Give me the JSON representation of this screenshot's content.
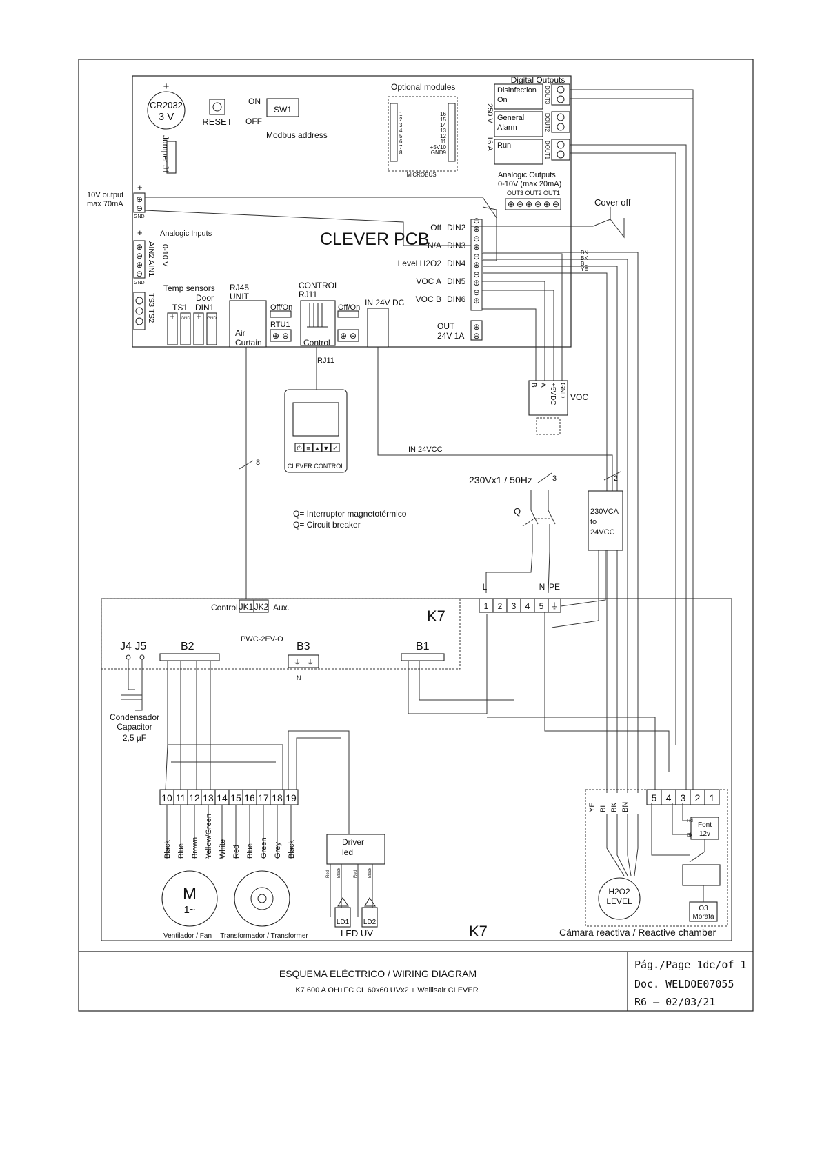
{
  "board": {
    "battery_label": "CR2032",
    "battery_voltage": "3 V",
    "plus": "+",
    "reset": "RESET",
    "on": "ON",
    "off": "OFF",
    "sw1": "SW1",
    "modbus": "Modbus address",
    "jumper": "Jumper J1",
    "title": "CLEVER PCB",
    "optional_modules": "Optional modules",
    "microbus": "MICROBUS",
    "mb_left": [
      "1",
      "2",
      "3",
      "4",
      "5",
      "6",
      "7",
      "8"
    ],
    "mb_right": [
      "16",
      "15",
      "14",
      "13",
      "12",
      "11",
      "+5V10",
      "GND9"
    ],
    "relay_voltage": "250 V",
    "relay_current": "16 A",
    "digital_outputs": "Digital Outputs",
    "dout": [
      {
        "label1": "Disinfection",
        "label2": "On",
        "code": "DOUT3"
      },
      {
        "label1": "General",
        "label2": "Alarm",
        "code": "DOUT2"
      },
      {
        "label1": "Run",
        "label2": "",
        "code": "DOUT1"
      }
    ],
    "analog_outputs": "Analogic Outputs",
    "analog_range": "0-10V  (max 20mA)",
    "analog_codes": "OUT3 OUT2 OUT1",
    "out10v_1": "10V output",
    "out10v_2": "max 70mA",
    "gnd": "GND",
    "analog_inputs": "Analogic Inputs",
    "ain_range": "0-10 V",
    "ain_codes": "AIN2 AIN1",
    "temp_sensors": "Temp sensors",
    "door": "Door",
    "ts1": "TS1",
    "din1": "DIN1",
    "ts_codes": "TS3 TS2",
    "rj45": "RJ45",
    "unit": "UNIT",
    "air_curtain_1": "Air",
    "air_curtain_2": "Curtain",
    "offon": "Off/On",
    "rtu1": "RTU1",
    "control_rj11_1": "CONTROL",
    "control_rj11_2": "RJ11",
    "control": "Control",
    "in24vdc": "IN 24V DC",
    "din_rows": [
      {
        "label": "Off",
        "code": "DIN2"
      },
      {
        "label": "N/A",
        "code": "DIN3"
      },
      {
        "label": "Level H2O2",
        "code": "DIN4"
      },
      {
        "label": "VOC A",
        "code": "DIN5"
      },
      {
        "label": "VOC B",
        "code": "DIN6"
      }
    ],
    "out24_1": "OUT",
    "out24_2": "24V 1A"
  },
  "wiring": {
    "cover_off": "Cover off",
    "bus_colors": [
      "BN",
      "BK",
      "BL",
      "YE"
    ],
    "voc_pins": [
      "B",
      "A",
      "+5VDC",
      "GND"
    ],
    "voc": "VOC",
    "rj11": "RJ11",
    "in24vcc": "IN 24VCC",
    "mains": "230Vx1 / 50Hz",
    "cable_3": "3",
    "cable_2": "2",
    "cable_8": "8",
    "psu": [
      "230VCA",
      "to",
      "24VCC"
    ],
    "q_label": "Q",
    "q_es": "Q= Interruptor magnetotérmico",
    "q_en": "Q= Circuit breaker",
    "controller_name": "CLEVER CONTROL",
    "controller_keys": [
      "⏻",
      "≡",
      "▲",
      "▼",
      "✓"
    ]
  },
  "k7": {
    "title": "K7",
    "control": "Control",
    "jk1": "JK1",
    "jk2": "JK2",
    "aux": "Aux.",
    "model": "PWC-2EV-O",
    "j4j5": "J4 J5",
    "b2": "B2",
    "b3": "B3",
    "n": "N",
    "b1": "B1",
    "terminal_heads": [
      "L",
      "N",
      "PE"
    ],
    "terminals": [
      "1",
      "2",
      "3",
      "4",
      "5"
    ],
    "cap_es": "Condensador",
    "cap_en": "Capacitor",
    "cap_value": "2,5 µF",
    "strip": [
      "10",
      "11",
      "12",
      "13",
      "14",
      "15",
      "16",
      "17",
      "18",
      "19"
    ],
    "strip_colors": [
      "Black",
      "Blue",
      "Brown",
      "Yellow/Green",
      "White",
      "Red",
      "Blue",
      "Green",
      "Grey",
      "Black"
    ],
    "motor": "M",
    "motor_sub": "1~",
    "fan_label": "Ventilador / Fan",
    "transformer_label": "Transformador / Transformer",
    "driver": [
      "Driver",
      "led"
    ],
    "led_wires": [
      "Red",
      "Black",
      "Red",
      "Black"
    ],
    "ld1": "LD1",
    "ld2": "LD2",
    "led_uv": "LED UV",
    "k7_bottom": "K7"
  },
  "chamber": {
    "wire_labels": [
      "YE",
      "BL",
      "BK",
      "BN"
    ],
    "terminals": [
      "5",
      "4",
      "3",
      "2",
      "1"
    ],
    "h2o2": [
      "H2O2",
      "LEVEL"
    ],
    "font": [
      "Font",
      "12v"
    ],
    "o3": [
      "O3",
      "Morata"
    ],
    "rd": "Rd",
    "bk": "Bk",
    "title": "Cámara reactiva / Reactive chamber"
  },
  "title_block": {
    "title": "ESQUEMA ELÉCTRICO / WIRING DIAGRAM",
    "subtitle": "K7 600 A OH+FC CL 60x60 UVx2 + Wellisair CLEVER",
    "page": "Pág./Page   1de/of 1",
    "doc": "Doc. WELDOE07055",
    "rev": "R6 – 02/03/21"
  }
}
